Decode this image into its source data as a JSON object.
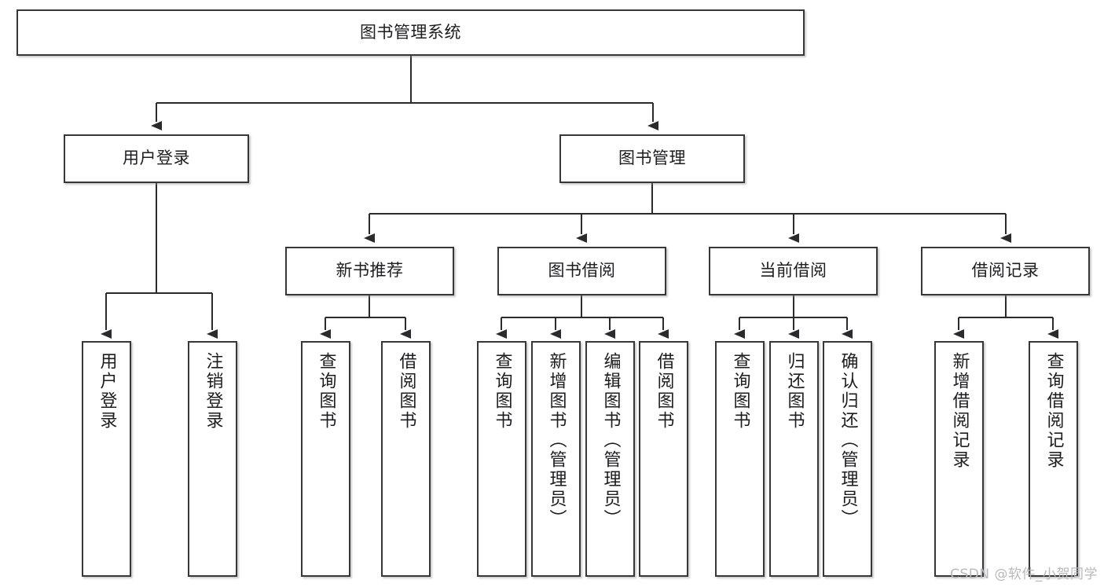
{
  "diagram": {
    "title": "图书管理系统",
    "type": "tree",
    "root": {
      "id": "root",
      "label": "图书管理系统"
    },
    "level2": [
      {
        "id": "user-login",
        "label": "用户登录"
      },
      {
        "id": "book-manage",
        "label": "图书管理"
      }
    ],
    "level3": [
      {
        "id": "new-book-recommend",
        "label": "新书推荐"
      },
      {
        "id": "book-borrow",
        "label": "图书借阅"
      },
      {
        "id": "current-borrow",
        "label": "当前借阅"
      },
      {
        "id": "borrow-record",
        "label": "借阅记录"
      }
    ],
    "leaves": {
      "user_login": [
        {
          "id": "leaf-user-login",
          "label": "用户登录"
        },
        {
          "id": "leaf-logout-login",
          "label": "注销登录"
        }
      ],
      "new_book_recommend": [
        {
          "id": "leaf-query-book-1",
          "label": "查询图书"
        },
        {
          "id": "leaf-borrow-book-1",
          "label": "借阅图书"
        }
      ],
      "book_borrow": [
        {
          "id": "leaf-query-book-2",
          "label": "查询图书"
        },
        {
          "id": "leaf-add-book",
          "label": "新增图书（管理员）"
        },
        {
          "id": "leaf-edit-book",
          "label": "编辑图书（管理员）"
        },
        {
          "id": "leaf-borrow-book-2",
          "label": "借阅图书"
        }
      ],
      "current_borrow": [
        {
          "id": "leaf-query-book-3",
          "label": "查询图书"
        },
        {
          "id": "leaf-return-book",
          "label": "归还图书"
        },
        {
          "id": "leaf-confirm-return",
          "label": "确认归还（管理员）"
        }
      ],
      "borrow_record": [
        {
          "id": "leaf-add-record",
          "label": "新增借阅记录"
        },
        {
          "id": "leaf-query-record",
          "label": "查询借阅记录"
        }
      ]
    },
    "colors": {
      "border": "#37373a",
      "text": "#1d1d1f",
      "background": "#ffffff",
      "connector": "#2b2b2e",
      "watermark": "#b9b9bb"
    }
  },
  "watermark": {
    "text": "CSDN @软件_小贺同学"
  }
}
